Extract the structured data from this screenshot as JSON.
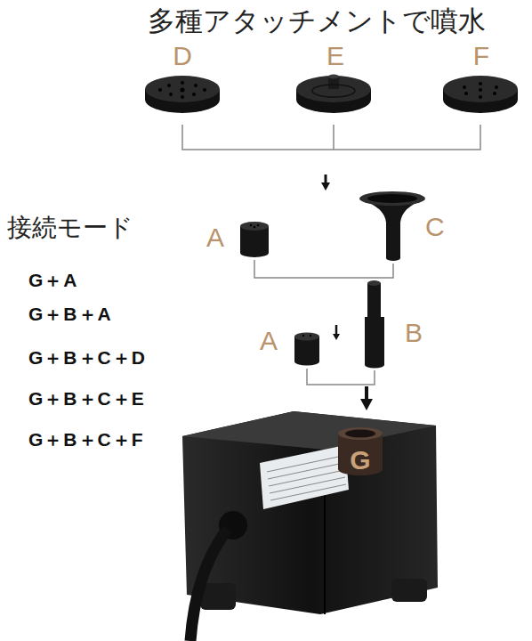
{
  "diagram": {
    "title": "多種アタッチメントで噴水",
    "labels": [
      "D",
      "E",
      "F",
      "接続モード",
      "A",
      "C",
      "G＋A",
      "G＋B＋A",
      "G＋B＋C＋D",
      "A",
      "B",
      "G＋B＋C＋E",
      "G＋B＋C＋F",
      "G"
    ]
  }
}
